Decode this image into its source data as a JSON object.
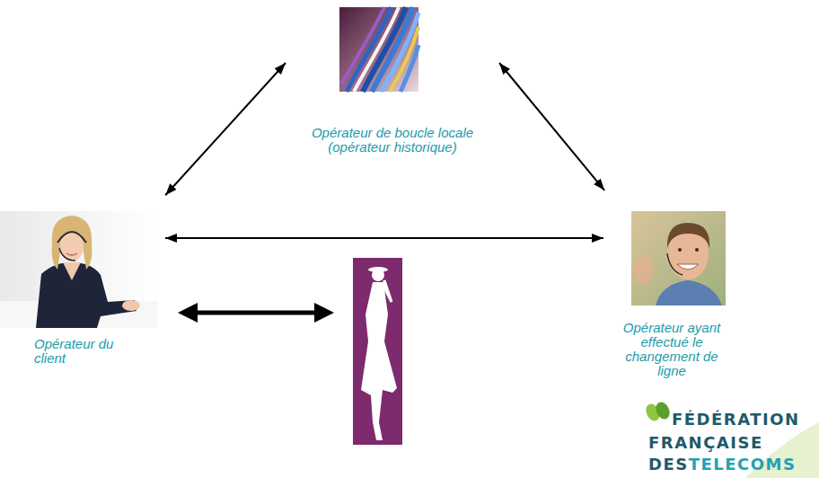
{
  "diagram": {
    "nodes": [
      {
        "text": [
          "Opérateur de boucle locale (opérateur historique)"
        ]
      },
      {
        "text": [
          "Opérateur du client"
        ]
      },
      {
        "text": [
          "Opérateur ayant effectué le changement de ligne"
        ]
      }
    ],
    "edges": [
      {
        "from": 0,
        "to": 1,
        "arrow": "both"
      },
      {
        "from": 0,
        "to": 2,
        "arrow": "both"
      },
      {
        "from": 1,
        "to": 2,
        "arrow": "both"
      }
    ],
    "labels": [
      "FÉDÉRATION",
      "FRANÇAISE",
      "DES",
      "TELECOMS"
    ]
  }
}
